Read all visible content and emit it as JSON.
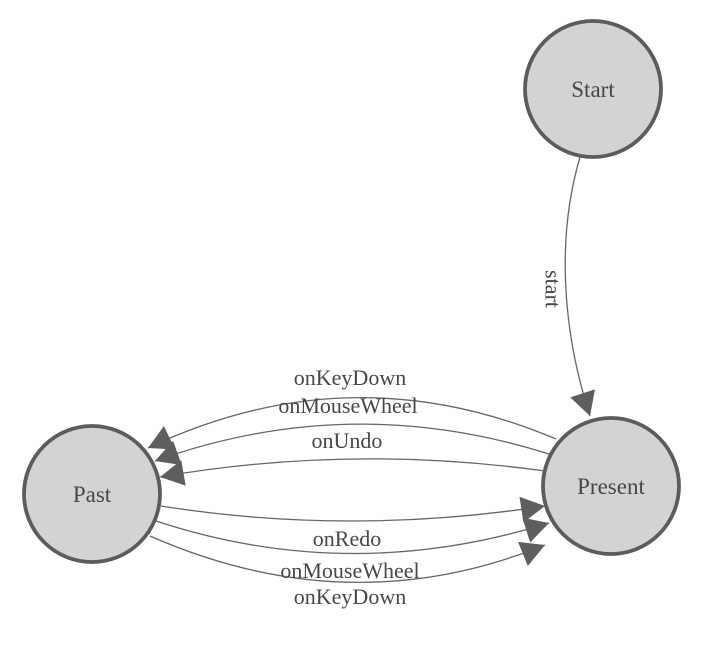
{
  "diagram": {
    "kind": "finite-state-machine",
    "background": "#ffffff",
    "nodes": [
      {
        "id": "start",
        "label": "Start"
      },
      {
        "id": "past",
        "label": "Past"
      },
      {
        "id": "present",
        "label": "Present"
      }
    ],
    "edges": [
      {
        "from": "start",
        "to": "present",
        "label": "start"
      },
      {
        "from": "present",
        "to": "past",
        "label": "onKeyDown"
      },
      {
        "from": "present",
        "to": "past",
        "label": "onMouseWheel"
      },
      {
        "from": "present",
        "to": "past",
        "label": "onUndo"
      },
      {
        "from": "past",
        "to": "present",
        "label": "onRedo"
      },
      {
        "from": "past",
        "to": "present",
        "label": "onMouseWheel"
      },
      {
        "from": "past",
        "to": "present",
        "label": "onKeyDown"
      }
    ],
    "colors": {
      "node_fill": "#d3d3d3",
      "node_stroke": "#5c5c5c",
      "edge_stroke": "#666666",
      "arrow_fill": "#5e5e5e",
      "label_text": "#474747"
    }
  }
}
